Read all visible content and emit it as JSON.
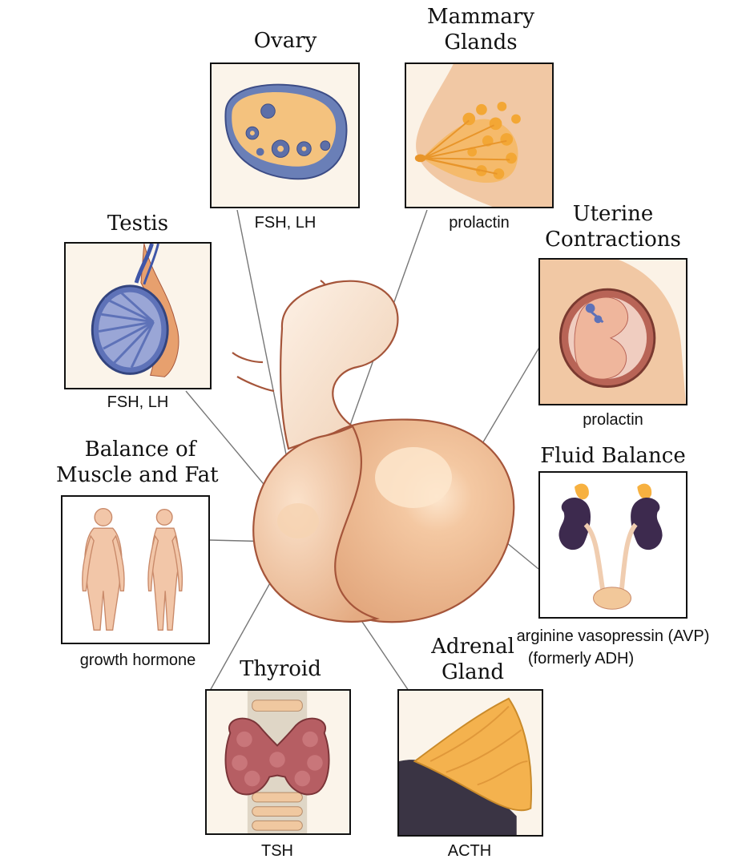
{
  "organs": {
    "ovary": {
      "title": "Ovary",
      "hormone": "FSH, LH"
    },
    "mammary": {
      "title_line1": "Mammary",
      "title_line2": "Glands",
      "hormone": "prolactin"
    },
    "testis": {
      "title": "Testis",
      "hormone": "FSH, LH"
    },
    "uterine": {
      "title_line1": "Uterine",
      "title_line2": "Contractions",
      "hormone": "prolactin"
    },
    "muscle_fat": {
      "title_line1": "Balance of",
      "title_line2": "Muscle and Fat",
      "hormone": "growth hormone"
    },
    "fluid": {
      "title": "Fluid Balance",
      "hormone_line1": "arginine vasopressin (AVP)",
      "hormone_line2": "(formerly ADH)"
    },
    "thyroid": {
      "title": "Thyroid",
      "hormone": "TSH"
    },
    "adrenal": {
      "title_line1": "Adrenal",
      "title_line2": "Gland",
      "hormone": "ACTH"
    }
  },
  "colors": {
    "gland_fill": "#e9b992",
    "gland_outline": "#a5553a",
    "panel_border": "#111111",
    "leader_line": "#777777"
  }
}
